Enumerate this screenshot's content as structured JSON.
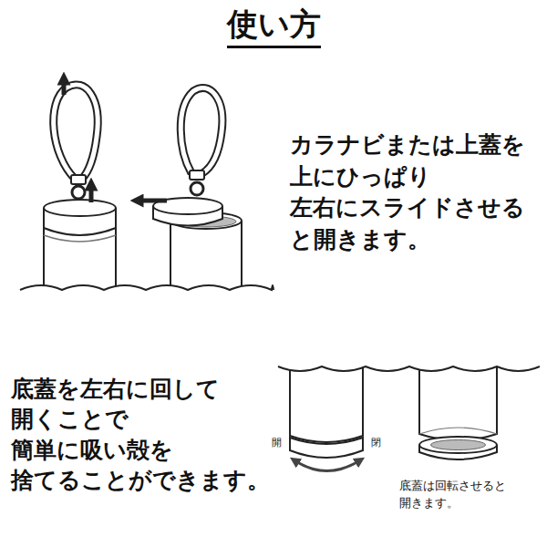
{
  "diagram": {
    "title": "使い方",
    "labels": [
      "カラナビまたは上蓋を 上にひっぱり 左右にスライドさせる と開きます。",
      "底蓋を左右に回して 開くことで 簡単に吸い殻を 捨てることができます。",
      "開",
      "閉",
      "底蓋は回転させると 開きます。"
    ]
  }
}
